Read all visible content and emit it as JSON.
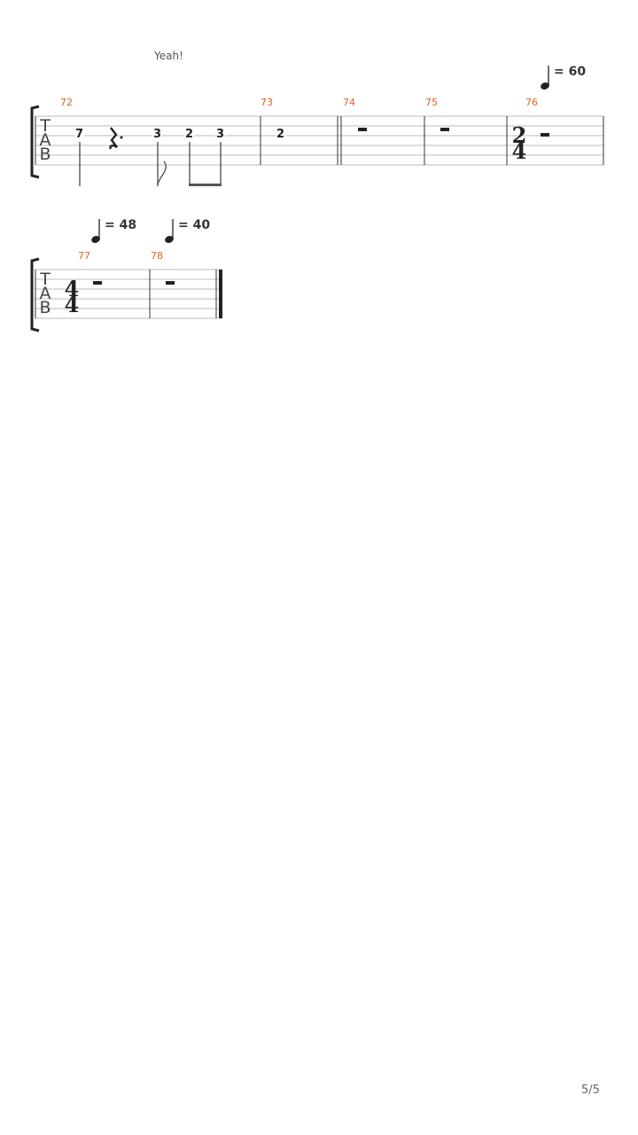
{
  "lyric": "Yeah!",
  "tempo_marks": [
    {
      "symbol": "♩",
      "text": "= 60"
    },
    {
      "symbol": "♩",
      "text": "= 48"
    },
    {
      "symbol": "♩",
      "text": "= 40"
    }
  ],
  "systems": [
    {
      "tab_letters": [
        "T",
        "A",
        "B"
      ],
      "measure_numbers": [
        "72",
        "73",
        "74",
        "75",
        "76"
      ],
      "frets": [
        "7",
        "3",
        "2",
        "3",
        "2"
      ],
      "time_signature": {
        "top": "2",
        "bottom": "4"
      }
    },
    {
      "tab_letters": [
        "T",
        "A",
        "B"
      ],
      "measure_numbers": [
        "77",
        "78"
      ],
      "time_signature": {
        "top": "4",
        "bottom": "4"
      }
    }
  ],
  "page_number": "5/5"
}
